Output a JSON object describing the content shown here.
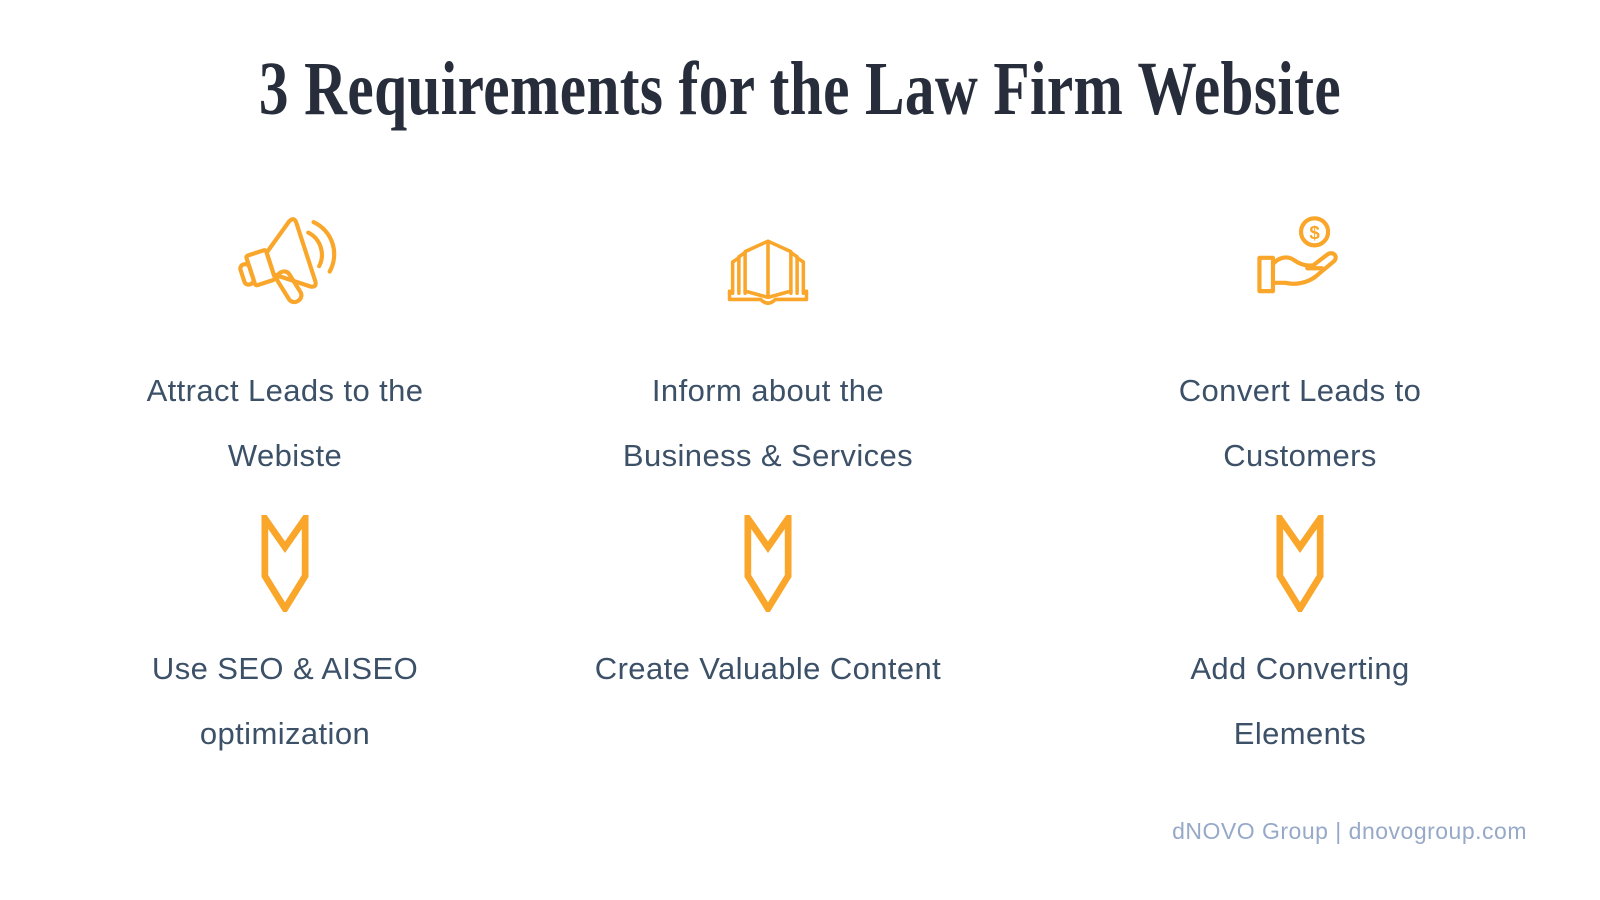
{
  "title": "3 Requirements for the Law Firm Website",
  "columns": [
    {
      "icon": "megaphone-icon",
      "requirement": "Attract Leads to the Webiste",
      "action": "Use SEO & AISEO optimization"
    },
    {
      "icon": "open-book-icon",
      "requirement": "Inform about the Business & Services",
      "action": "Create Valuable Content"
    },
    {
      "icon": "hand-coin-icon",
      "requirement": "Convert Leads to Customers",
      "action": "Add Converting Elements"
    }
  ],
  "footer": {
    "credit": "dNOVO Group | dnovogroup.com"
  },
  "icons": {
    "coin_symbol": "$"
  },
  "colors": {
    "accent": "#F9A62A",
    "heading": "#272D3B",
    "body": "#3C5168",
    "footer": "#97A9C8",
    "background": "#FFFFFF"
  }
}
